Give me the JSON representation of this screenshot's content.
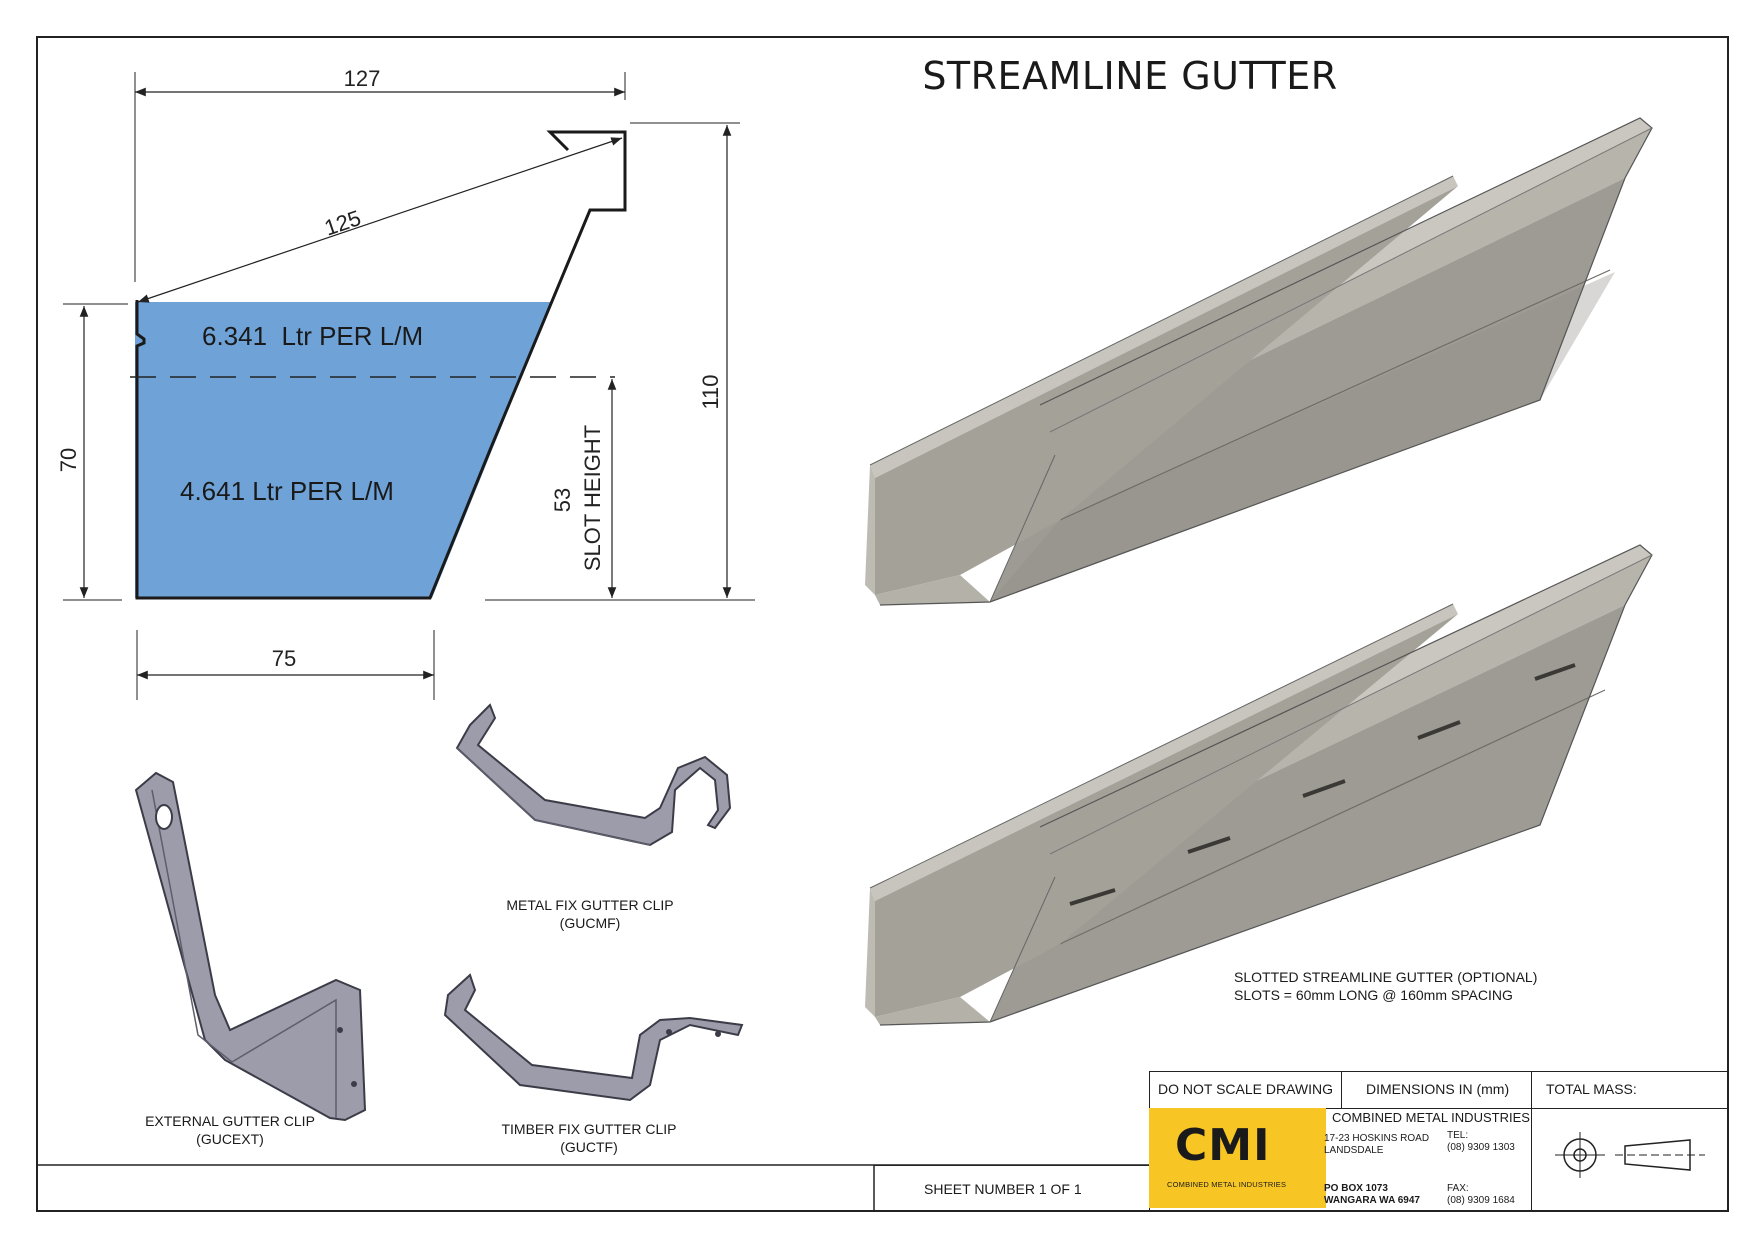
{
  "title": "STREAMLINE GUTTER",
  "dimensions": {
    "top_width": "127",
    "diagonal": "125",
    "total_height": "110",
    "water_height": "70",
    "base_width": "75",
    "slot_height_value": "53",
    "slot_height_label": "SLOT HEIGHT"
  },
  "capacity": {
    "upper": "6.341  Ltr PER L/M",
    "lower": "4.641 Ltr PER L/M"
  },
  "clips": {
    "metal": {
      "name": "METAL FIX GUTTER CLIP",
      "code": "(GUCMF)"
    },
    "external": {
      "name": "EXTERNAL GUTTER CLIP",
      "code": "(GUCEXT)"
    },
    "timber": {
      "name": "TIMBER FIX GUTTER CLIP",
      "code": "(GUCTF)"
    }
  },
  "slotted_note": {
    "line1": "SLOTTED STREAMLINE GUTTER (OPTIONAL)",
    "line2": "SLOTS = 60mm LONG @ 160mm SPACING"
  },
  "title_block": {
    "no_scale": "DO NOT SCALE DRAWING",
    "dimensions_in": "DIMENSIONS IN (mm)",
    "total_mass": "TOTAL MASS:",
    "sheet": "SHEET NUMBER 1 OF 1",
    "logo": "CMI",
    "logo_sub": "COMBINED METAL INDUSTRIES",
    "company": "COMBINED METAL INDUSTRIES",
    "address_line1": "17-23 HOSKINS ROAD",
    "address_line2": "LANDSDALE",
    "tel_label": "TEL:",
    "tel": "(08) 9309 1303",
    "po_line1": "PO BOX 1073",
    "po_line2": "WANGARA WA 6947",
    "fax_label": "FAX:",
    "fax": "(08) 9309 1684"
  },
  "colors": {
    "water": "#6fa3d8",
    "gutter_light": "#b9b7ae",
    "gutter_mid": "#a09e96",
    "gutter_dark": "#85837c",
    "clip": "#9c9cab",
    "logo_bg": "#f7c625"
  }
}
